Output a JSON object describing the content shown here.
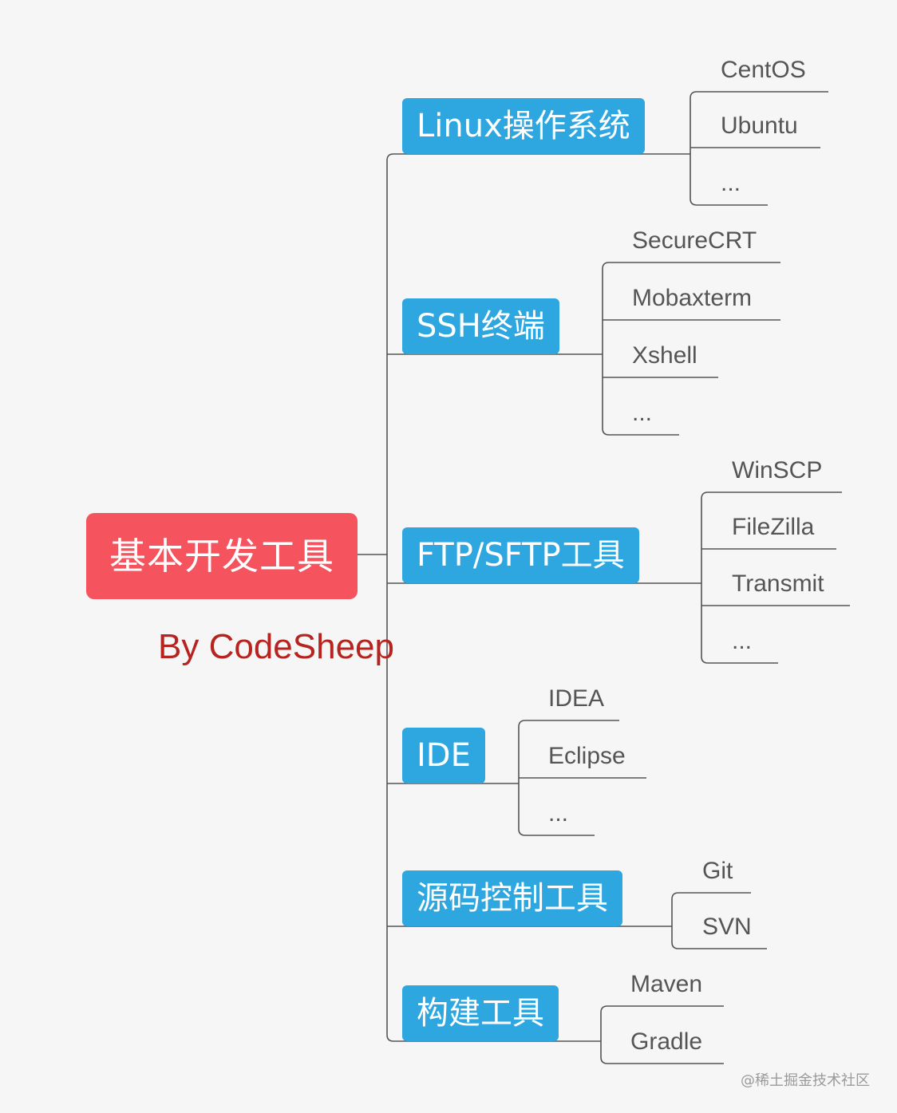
{
  "root": {
    "label": "基本开发工具"
  },
  "signature": "By CodeSheep",
  "watermark": "@稀土掘金技术社区",
  "colors": {
    "root": "#f5535e",
    "branch": "#2ea7e0",
    "line": "#555555",
    "signature": "#b7241f"
  },
  "branches": [
    {
      "label": "Linux操作系统",
      "leaves": [
        "CentOS",
        "Ubuntu",
        "..."
      ]
    },
    {
      "label": "SSH终端",
      "leaves": [
        "SecureCRT",
        "Mobaxterm",
        "Xshell",
        "..."
      ]
    },
    {
      "label": "FTP/SFTP工具",
      "leaves": [
        "WinSCP",
        "FileZilla",
        "Transmit",
        "..."
      ]
    },
    {
      "label": "IDE",
      "leaves": [
        "IDEA",
        "Eclipse",
        "..."
      ]
    },
    {
      "label": "源码控制工具",
      "leaves": [
        "Git",
        "SVN"
      ]
    },
    {
      "label": "构建工具",
      "leaves": [
        "Maven",
        "Gradle"
      ]
    }
  ]
}
